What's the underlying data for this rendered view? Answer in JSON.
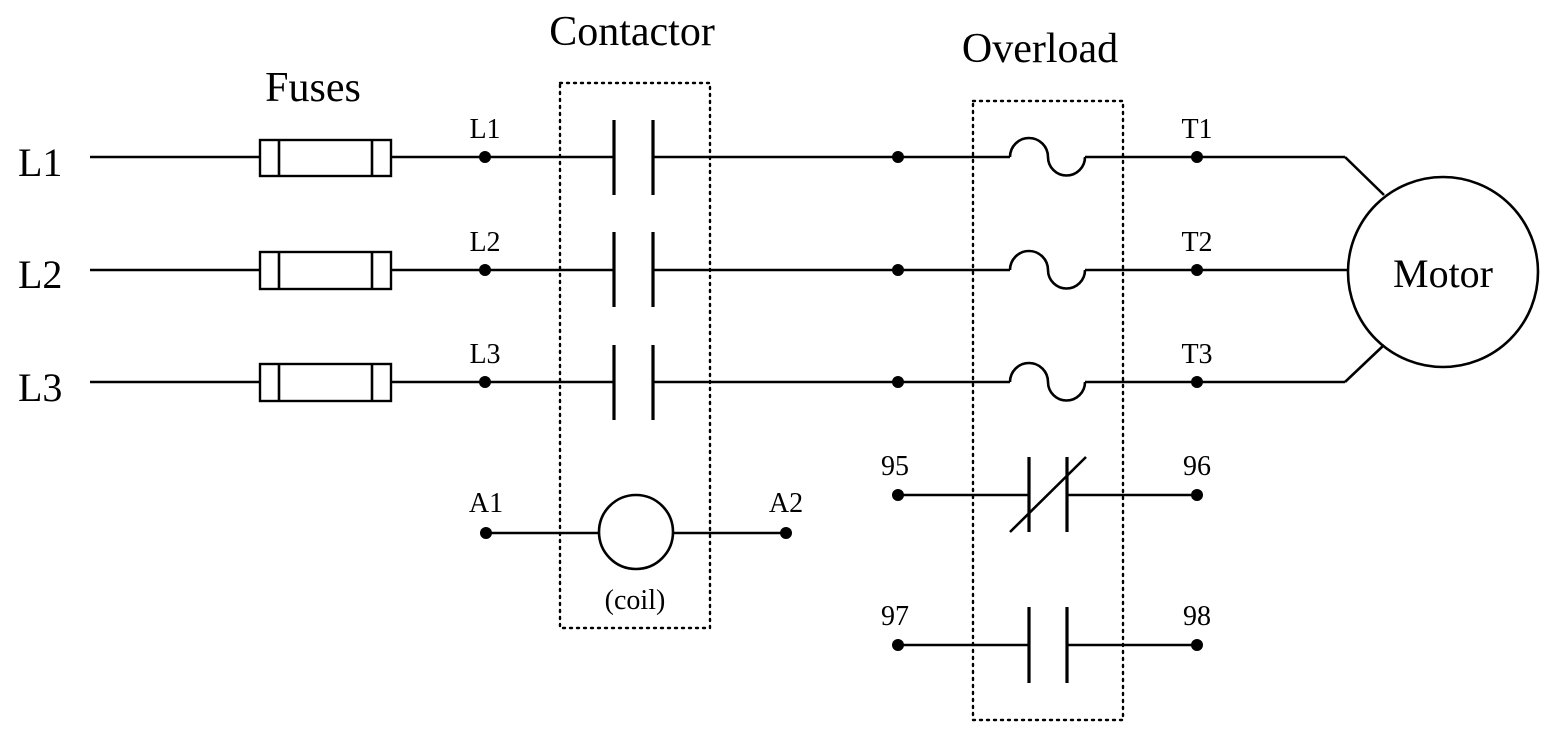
{
  "headings": {
    "fuses": "Fuses",
    "contactor": "Contactor",
    "overload": "Overload"
  },
  "lines": [
    {
      "label": "L1",
      "terminal": "L1",
      "out_terminal": "T1"
    },
    {
      "label": "L2",
      "terminal": "L2",
      "out_terminal": "T2"
    },
    {
      "label": "L3",
      "terminal": "L3",
      "out_terminal": "T3"
    }
  ],
  "coil": {
    "left_terminal": "A1",
    "right_terminal": "A2",
    "caption": "(coil)"
  },
  "aux_contacts": {
    "nc": {
      "left": "95",
      "right": "96"
    },
    "no": {
      "left": "97",
      "right": "98"
    }
  },
  "motor": {
    "label": "Motor"
  }
}
